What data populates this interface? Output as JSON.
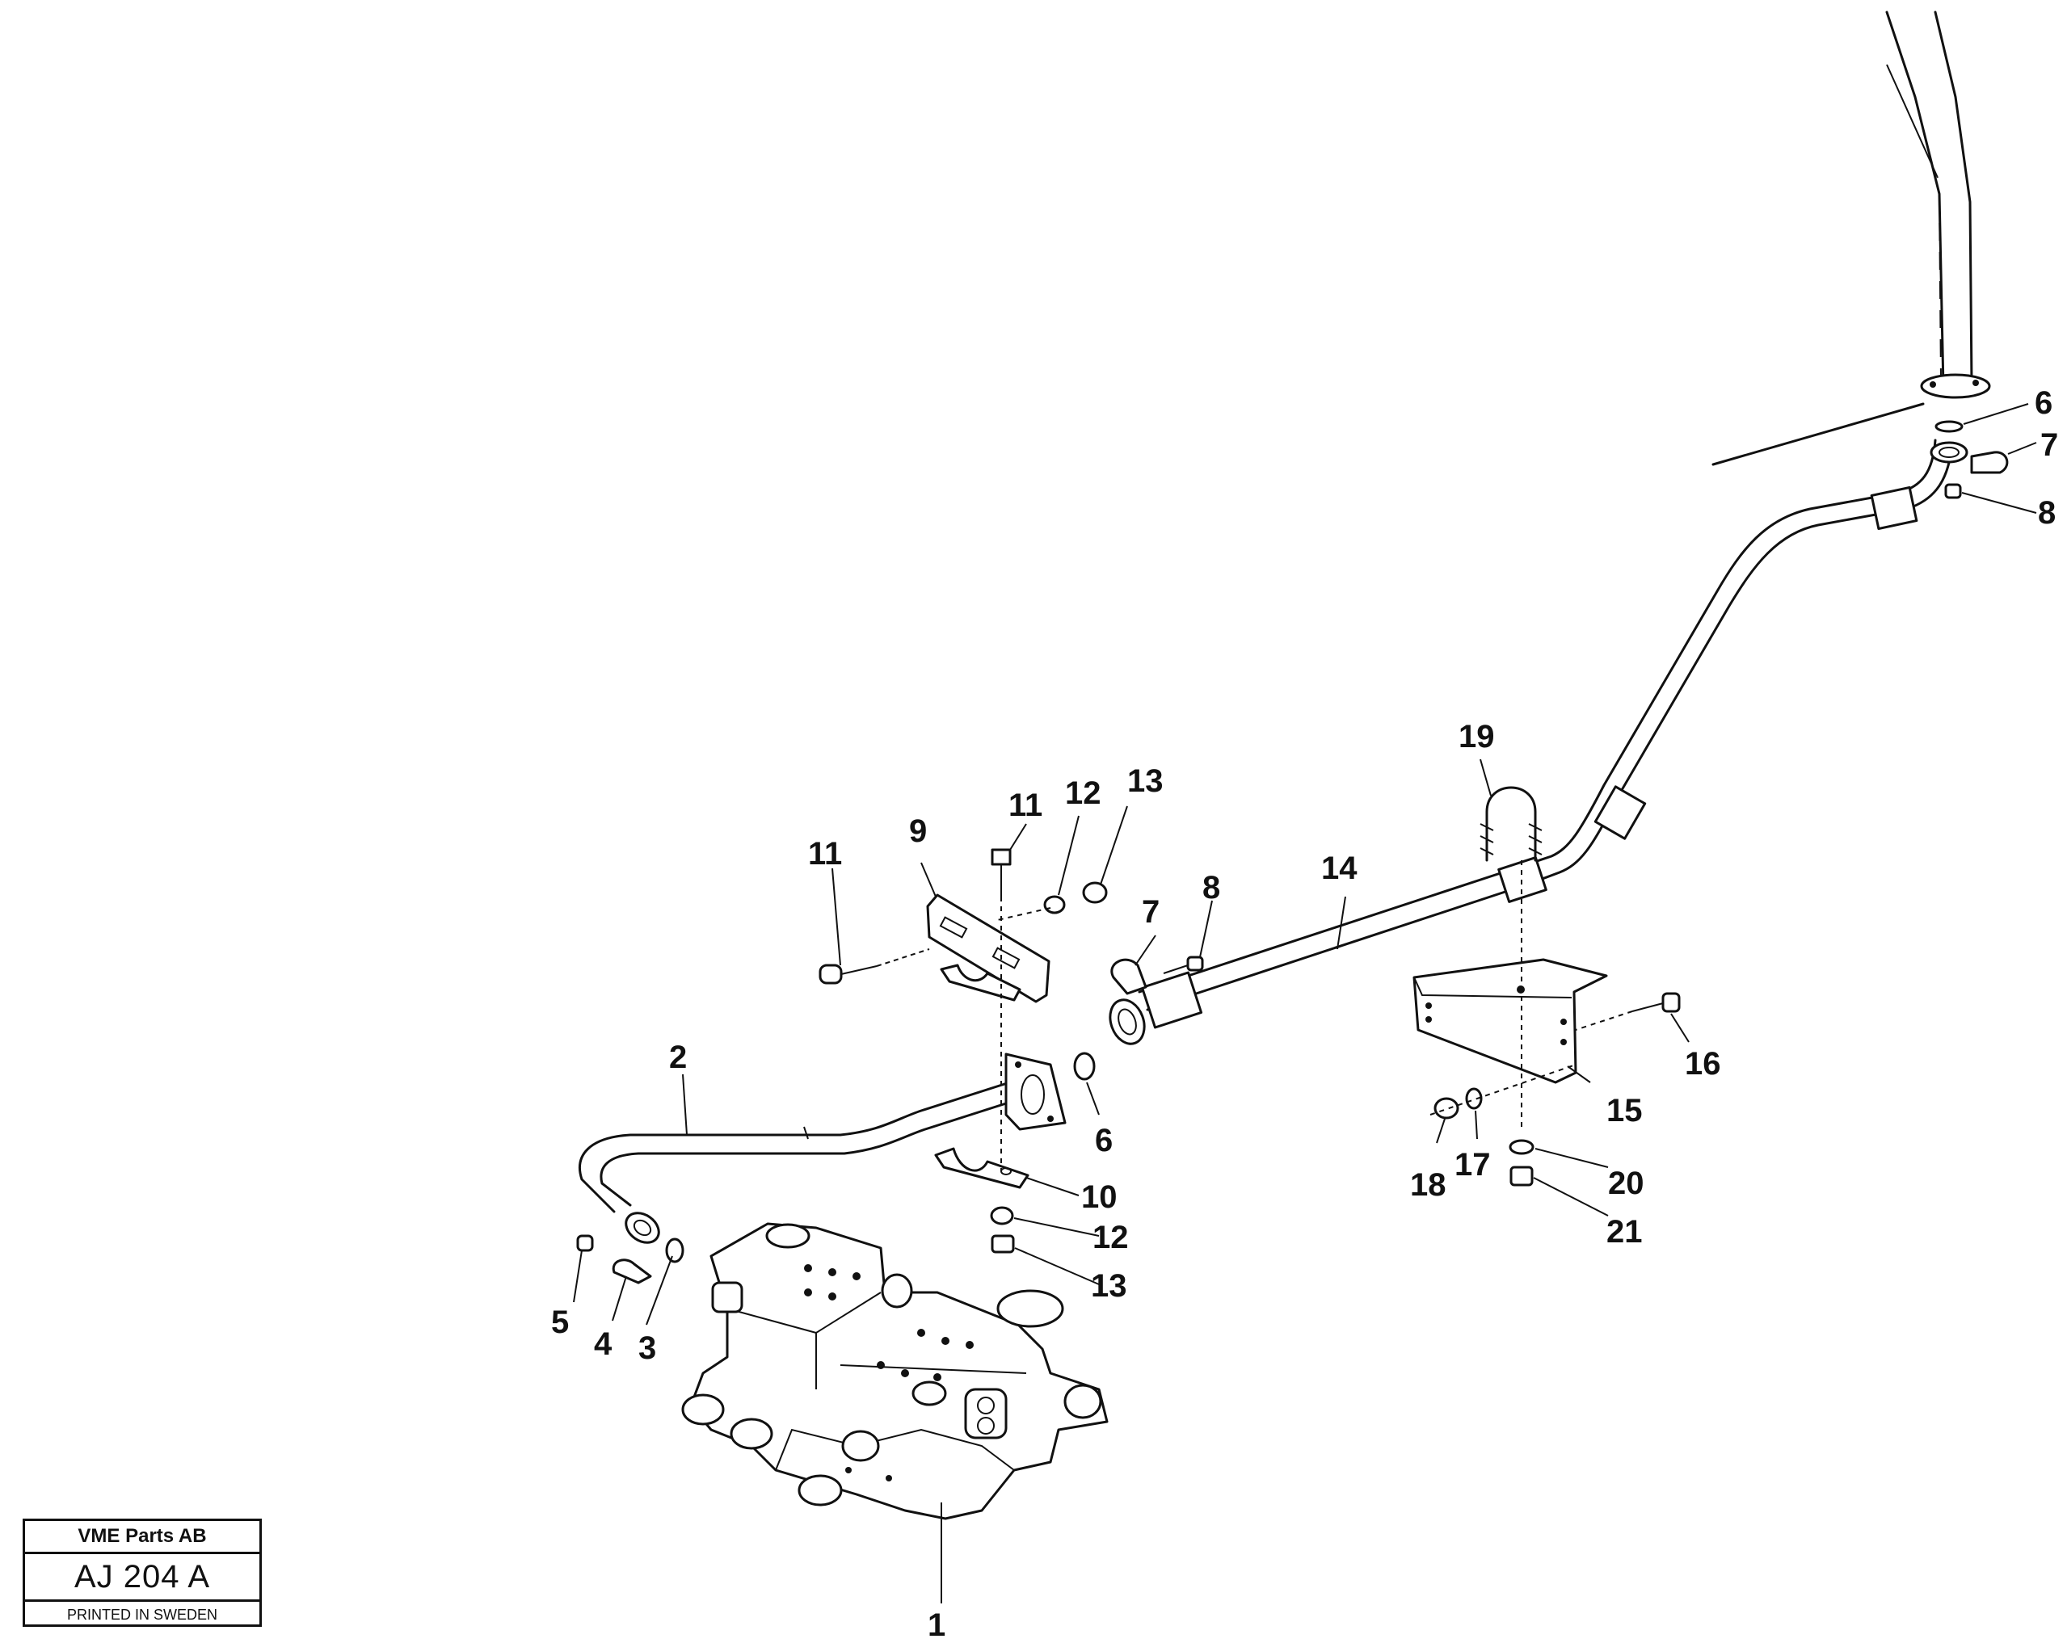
{
  "callouts": [
    "1",
    "2",
    "3",
    "4",
    "5",
    "6",
    "7",
    "8",
    "9",
    "10",
    "11",
    "12",
    "13",
    "14",
    "15",
    "16",
    "17",
    "18",
    "19",
    "20",
    "21"
  ],
  "title_block": {
    "company": "VME Parts AB",
    "code": "AJ 204  A",
    "printed": "PRINTED IN SWEDEN"
  }
}
